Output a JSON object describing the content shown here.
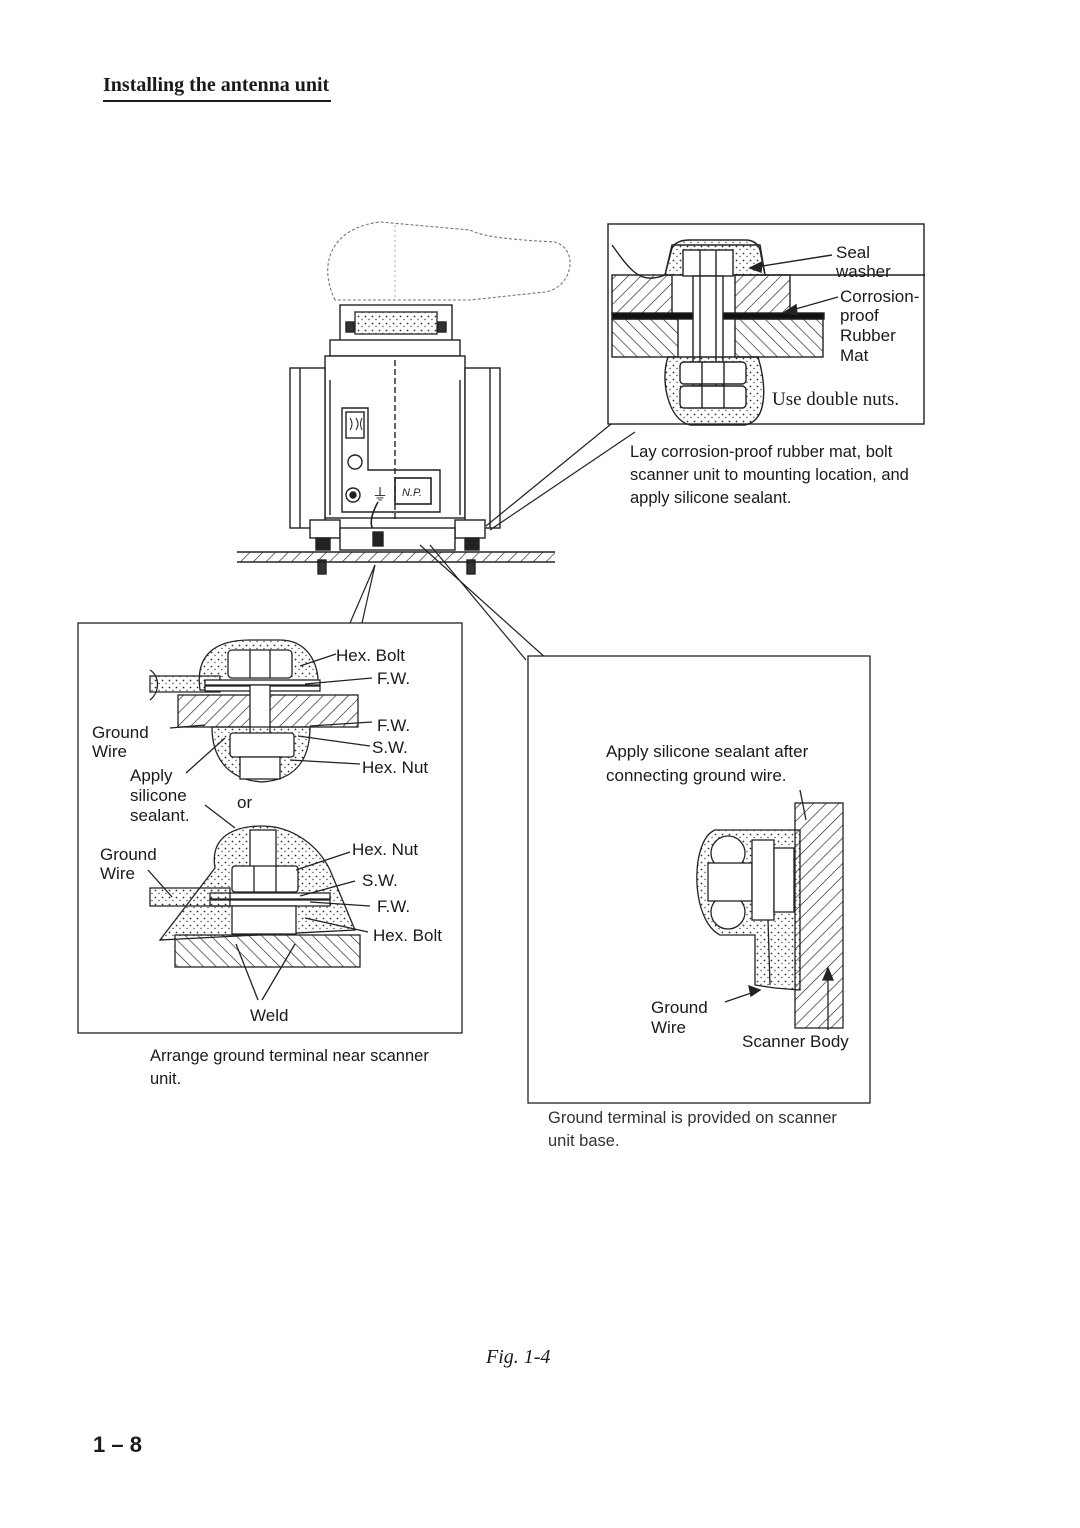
{
  "page": {
    "heading": "Installing the antenna unit",
    "figure_caption": "Fig. 1-4",
    "page_number": "1 – 8"
  },
  "top_detail": {
    "labels": {
      "seal_washer_1": "Seal",
      "seal_washer_2": "washer",
      "mat_1": "Corrosion-",
      "mat_2": "proof",
      "mat_3": "Rubber",
      "mat_4": "Mat",
      "double_nuts": "Use double nuts."
    },
    "caption": "Lay corrosion-proof rubber mat, bolt scanner unit to mounting location, and apply silicone sealant."
  },
  "left_detail": {
    "labels": {
      "hex_bolt_top": "Hex. Bolt",
      "fw_top_1": "F.W.",
      "fw_top_2": "F.W.",
      "sw_top": "S.W.",
      "hex_nut_top": "Hex. Nut",
      "ground_wire_top_1": "Ground",
      "ground_wire_top_2": "Wire",
      "apply_1": "Apply",
      "apply_2": "silicone",
      "apply_3": "sealant.",
      "or": "or",
      "ground_wire_bot_1": "Ground",
      "ground_wire_bot_2": "Wire",
      "hex_nut_bot": "Hex. Nut",
      "sw_bot": "S.W.",
      "fw_bot": "F.W.",
      "hex_bolt_bot": "Hex. Bolt",
      "weld": "Weld"
    },
    "caption": "Arrange ground terminal near scanner unit."
  },
  "right_detail": {
    "labels": {
      "apply_1": "Apply silicone sealant after",
      "apply_2": "connecting ground wire.",
      "ground_wire_1": "Ground",
      "ground_wire_2": "Wire",
      "scanner_body": "Scanner Body"
    },
    "caption": "Ground terminal is provided on scanner unit base."
  },
  "scanner": {
    "nameplate": "N.P."
  }
}
